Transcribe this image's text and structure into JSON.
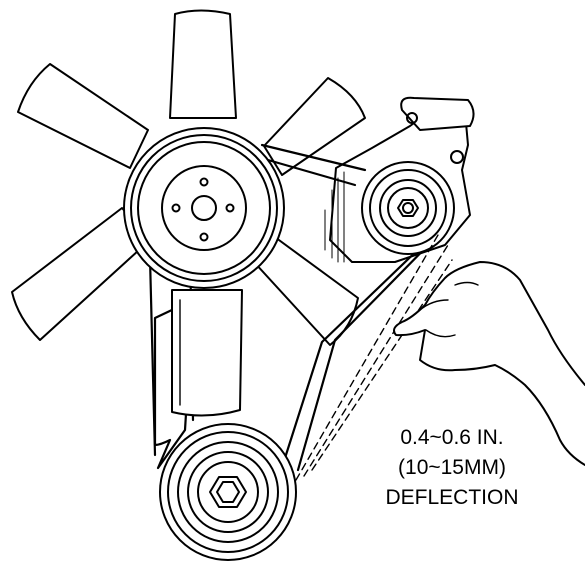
{
  "diagram": {
    "annotation": {
      "line1": "0.4~0.6 IN.",
      "line2": "(10~15MM)",
      "line3": "DEFLECTION"
    },
    "colors": {
      "ink": "#000000",
      "paper": "#ffffff"
    }
  }
}
